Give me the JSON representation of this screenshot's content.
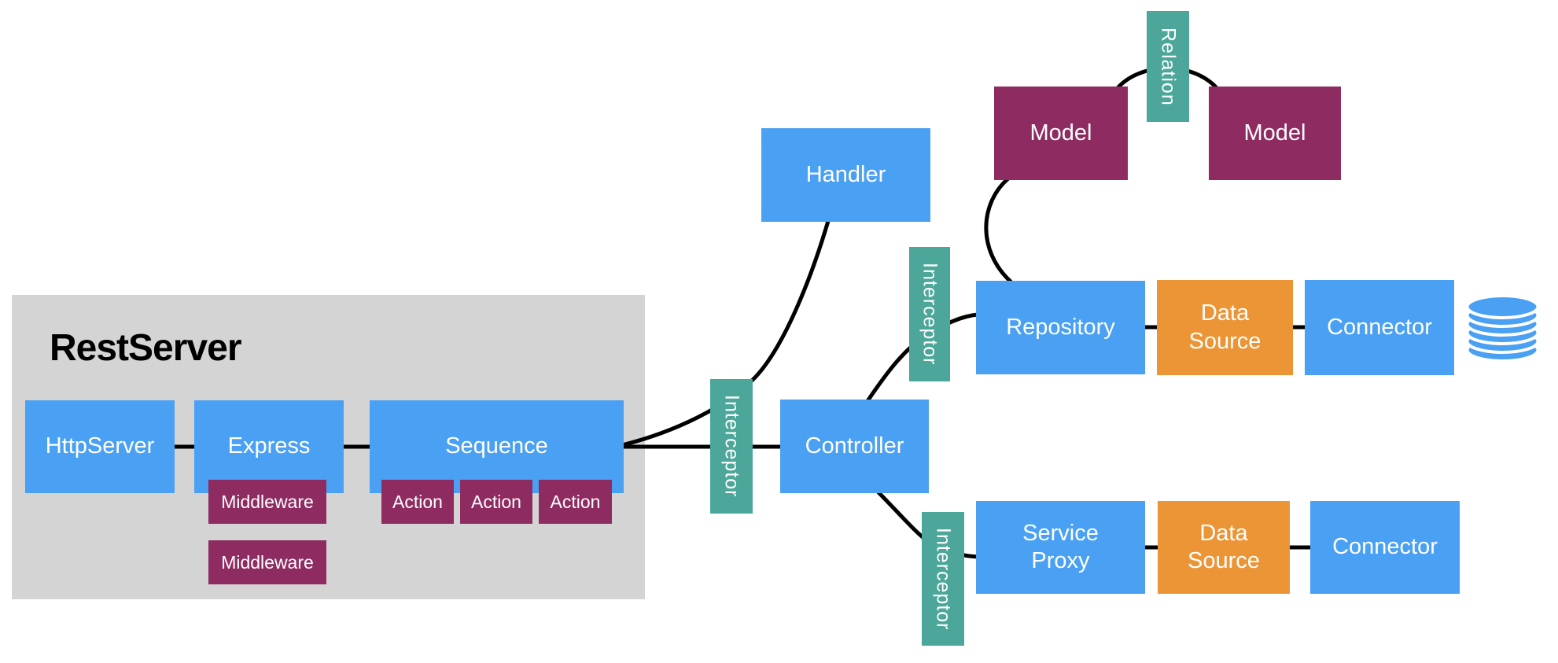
{
  "diagram": {
    "container_title": "RestServer",
    "nodes": {
      "http_server": "HttpServer",
      "express": "Express",
      "sequence": "Sequence",
      "middleware": "Middleware",
      "action": "Action",
      "interceptor": "Interceptor",
      "handler": "Handler",
      "controller": "Controller",
      "model": "Model",
      "relation": "Relation",
      "repository": "Repository",
      "data_source": "Data Source",
      "connector": "Connector",
      "service_proxy": "Service Proxy"
    },
    "icons": {
      "database": "database-cylinder-icon"
    },
    "edges": [
      "HttpServer - Express",
      "Express - Sequence",
      "Sequence - Interceptor - Controller",
      "Sequence - Handler",
      "Controller - Interceptor - Repository",
      "Model - Repository",
      "Model - Relation - Model",
      "Controller - Interceptor - Service Proxy",
      "Repository - Data Source",
      "Data Source - Connector",
      "Service Proxy - Data Source",
      "Data Source - Connector"
    ],
    "colors": {
      "component_blue": "#4AA0F2",
      "model_maroon": "#8E2C62",
      "interceptor_teal": "#4CA79A",
      "datasource_orange": "#EC9536",
      "container_gray": "#D4D4D4",
      "line_black": "#000000",
      "label_white": "#FFFFFF",
      "title_black": "#000000"
    }
  }
}
